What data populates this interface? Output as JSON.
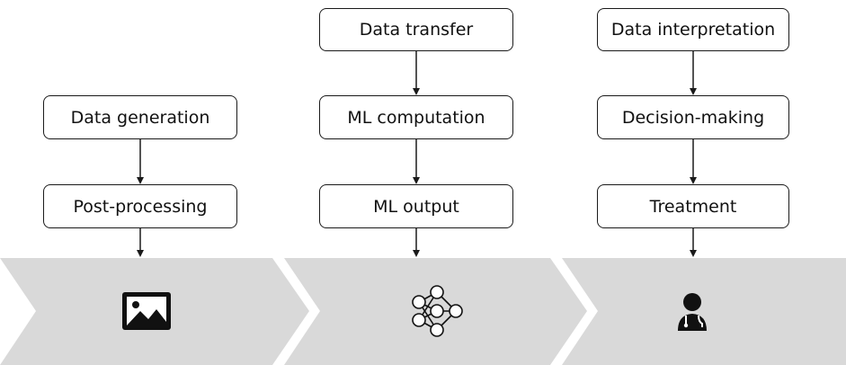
{
  "stages": [
    {
      "steps": [
        "Data generation",
        "Post-processing"
      ],
      "icon": "image-icon"
    },
    {
      "steps": [
        "Data transfer",
        "ML computation",
        "ML output"
      ],
      "icon": "neural-network-icon"
    },
    {
      "steps": [
        "Data interpretation",
        "Decision-making",
        "Treatment"
      ],
      "icon": "doctor-icon"
    }
  ],
  "colors": {
    "band": "#d9d9d9",
    "stroke": "#1a1a1a"
  }
}
